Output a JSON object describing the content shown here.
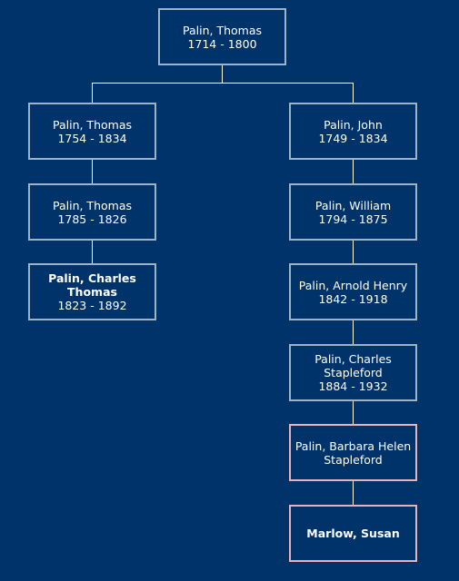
{
  "tree": {
    "root": {
      "name": "Palin, Thomas",
      "dates": "1714 - 1800"
    },
    "left_branch": [
      {
        "name": "Palin, Thomas",
        "dates": "1754 - 1834"
      },
      {
        "name": "Palin, Thomas",
        "dates": "1785 - 1826"
      },
      {
        "name": "Palin, Charles Thomas",
        "dates": "1823 - 1892"
      }
    ],
    "right_branch": [
      {
        "name": "Palin, John",
        "dates": "1749 - 1834"
      },
      {
        "name": "Palin, William",
        "dates": "1794 - 1875"
      },
      {
        "name": "Palin, Arnold Henry",
        "dates": "1842 - 1918"
      },
      {
        "name": "Palin, Charles Stapleford",
        "dates": "1884 - 1932"
      },
      {
        "name": "Palin, Barbara Helen Stapleford",
        "dates": ""
      },
      {
        "name": "Marlow, Susan",
        "dates": ""
      }
    ]
  },
  "colors": {
    "background": "#00336a",
    "box_border": "#9fb3c6",
    "highlight_border": "#e9b2b8",
    "text": "#ffffff"
  }
}
